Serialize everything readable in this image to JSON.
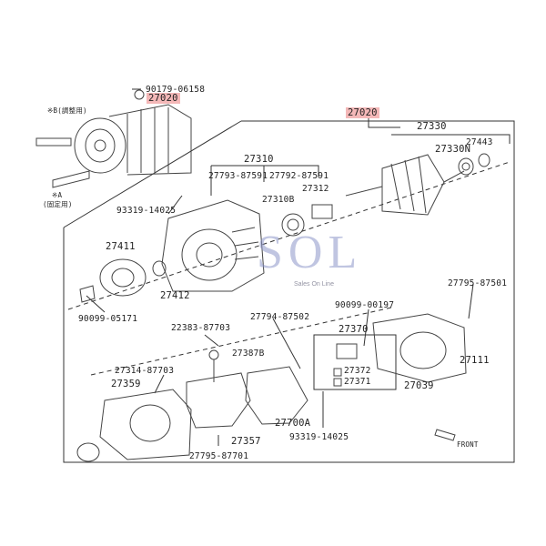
{
  "diagram": {
    "labels": {
      "p90179": "90179-06158",
      "p27020a": "27020",
      "p27020b": "27020",
      "p27330": "27330",
      "p27443": "27443",
      "p27330n": "27330N",
      "p27310": "27310",
      "p27793": "27793-87591",
      "p27792": "27792-87591",
      "p27312": "27312",
      "p27310b": "27310B",
      "p93319a": "93319-14025",
      "p27411": "27411",
      "p27412": "27412",
      "p90099a": "90099-05171",
      "p27795a": "27795-87501",
      "p90099b": "90099-00197",
      "p22383": "22383-87703",
      "p27794": "27794-87502",
      "p27370": "27370",
      "p27387b": "27387B",
      "p27111": "27111",
      "p27314": "27314-87703",
      "p27359": "27359",
      "p27372": "27372",
      "p27371": "27371",
      "p27039": "27039",
      "p27700a": "27700A",
      "p93319b": "93319-14025",
      "p27357": "27357",
      "p27795b": "27795-87701",
      "front": "FRONT",
      "note1": "※B(調整用)",
      "note2": "※A",
      "note3": "(固定用)"
    },
    "watermark": {
      "logo": "SOL",
      "subtitle": "Sales On Line"
    }
  }
}
